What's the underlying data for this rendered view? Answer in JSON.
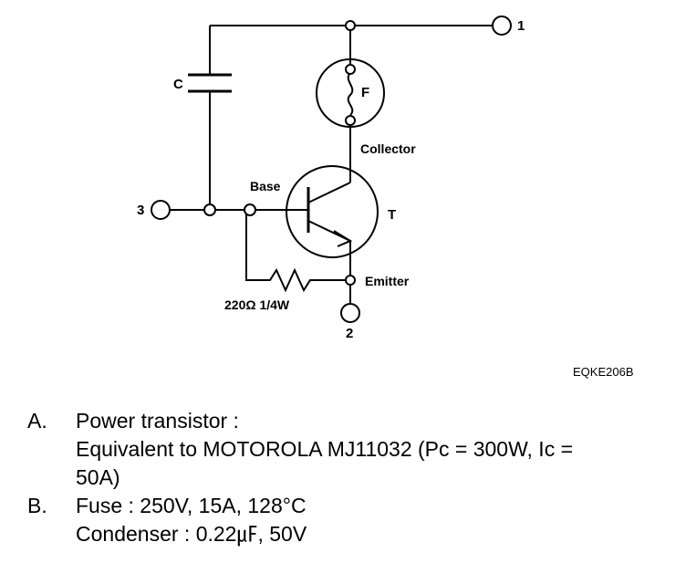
{
  "diagram": {
    "capacitor_label": "C",
    "fuse_label": "F",
    "transistor_label": "T",
    "collector_label": "Collector",
    "base_label": "Base",
    "emitter_label": "Emitter",
    "resistor_label": "220Ω 1/4W",
    "terminal_1": "1",
    "terminal_2": "2",
    "terminal_3": "3",
    "code": "EQKE206B"
  },
  "notes": [
    {
      "key": "A.",
      "lines": [
        "Power transistor :",
        "Equivalent to MOTOROLA MJ11032 (Pc = 300W, Ic =",
        "50A)"
      ]
    },
    {
      "key": "B.",
      "lines": [
        "Fuse : 250V, 15A, 128°C",
        "Condenser : 0.22㎌, 50V"
      ]
    }
  ]
}
